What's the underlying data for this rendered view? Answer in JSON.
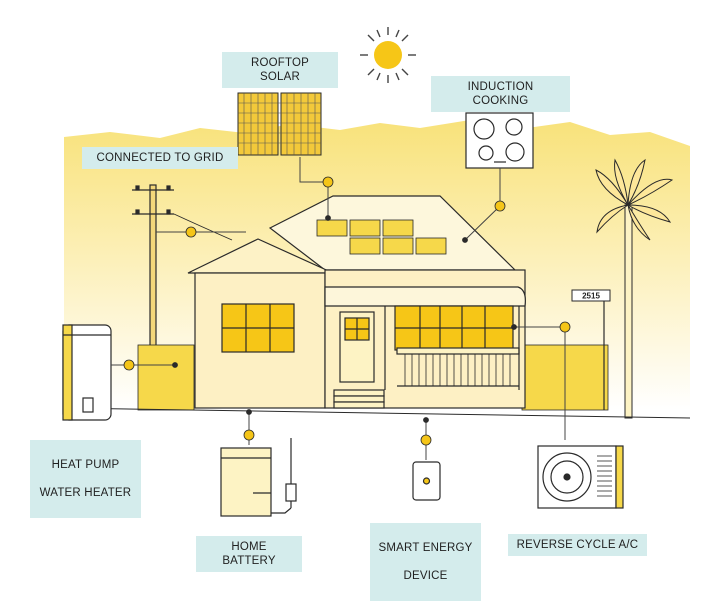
{
  "labels": {
    "rooftop_solar": "ROOFTOP SOLAR",
    "induction_cooking": "INDUCTION COOKING",
    "connected_to_grid": "CONNECTED TO GRID",
    "heat_pump_line1": "HEAT PUMP",
    "heat_pump_line2": "WATER HEATER",
    "home_battery": "HOME BATTERY",
    "smart_energy_line1": "SMART ENERGY",
    "smart_energy_line2": "DEVICE",
    "reverse_cycle": "REVERSE CYCLE A/C"
  },
  "house_number": "2515",
  "colors": {
    "label_bg": "#d4ecec",
    "yellow": "#f6d84a",
    "light_yellow": "#fdf3c4",
    "house_cream": "#fdf4cf",
    "connector": "#f5c518",
    "outline": "#2a2a2a"
  }
}
